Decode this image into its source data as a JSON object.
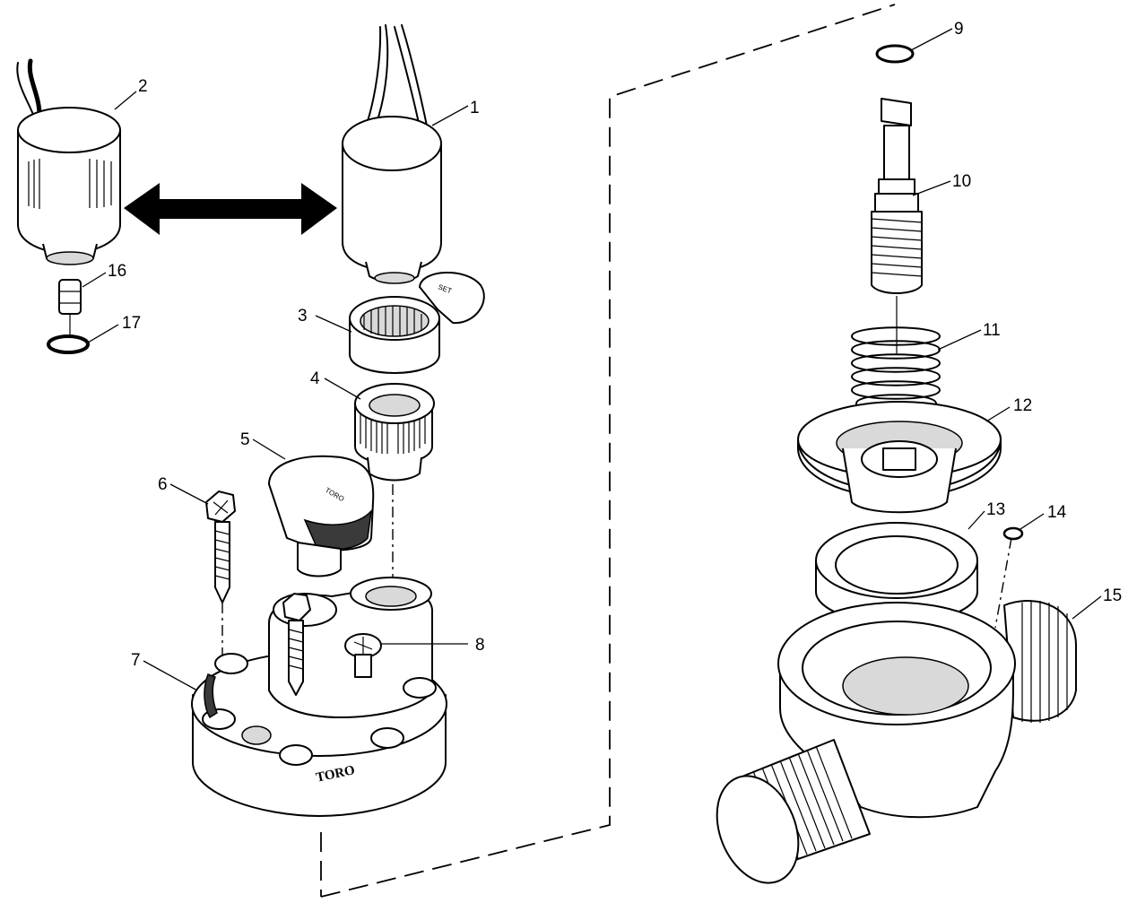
{
  "callouts": [
    {
      "id": "1",
      "label": "1"
    },
    {
      "id": "2",
      "label": "2"
    },
    {
      "id": "3",
      "label": "3"
    },
    {
      "id": "4",
      "label": "4"
    },
    {
      "id": "5",
      "label": "5"
    },
    {
      "id": "6",
      "label": "6"
    },
    {
      "id": "7",
      "label": "7"
    },
    {
      "id": "8",
      "label": "8"
    },
    {
      "id": "9",
      "label": "9"
    },
    {
      "id": "10",
      "label": "10"
    },
    {
      "id": "11",
      "label": "11"
    },
    {
      "id": "12",
      "label": "12"
    },
    {
      "id": "13",
      "label": "13"
    },
    {
      "id": "14",
      "label": "14"
    },
    {
      "id": "15",
      "label": "15"
    },
    {
      "id": "16",
      "label": "16"
    },
    {
      "id": "17",
      "label": "17"
    }
  ],
  "markings": {
    "brand": "TORO",
    "knob_text": "TORO"
  }
}
